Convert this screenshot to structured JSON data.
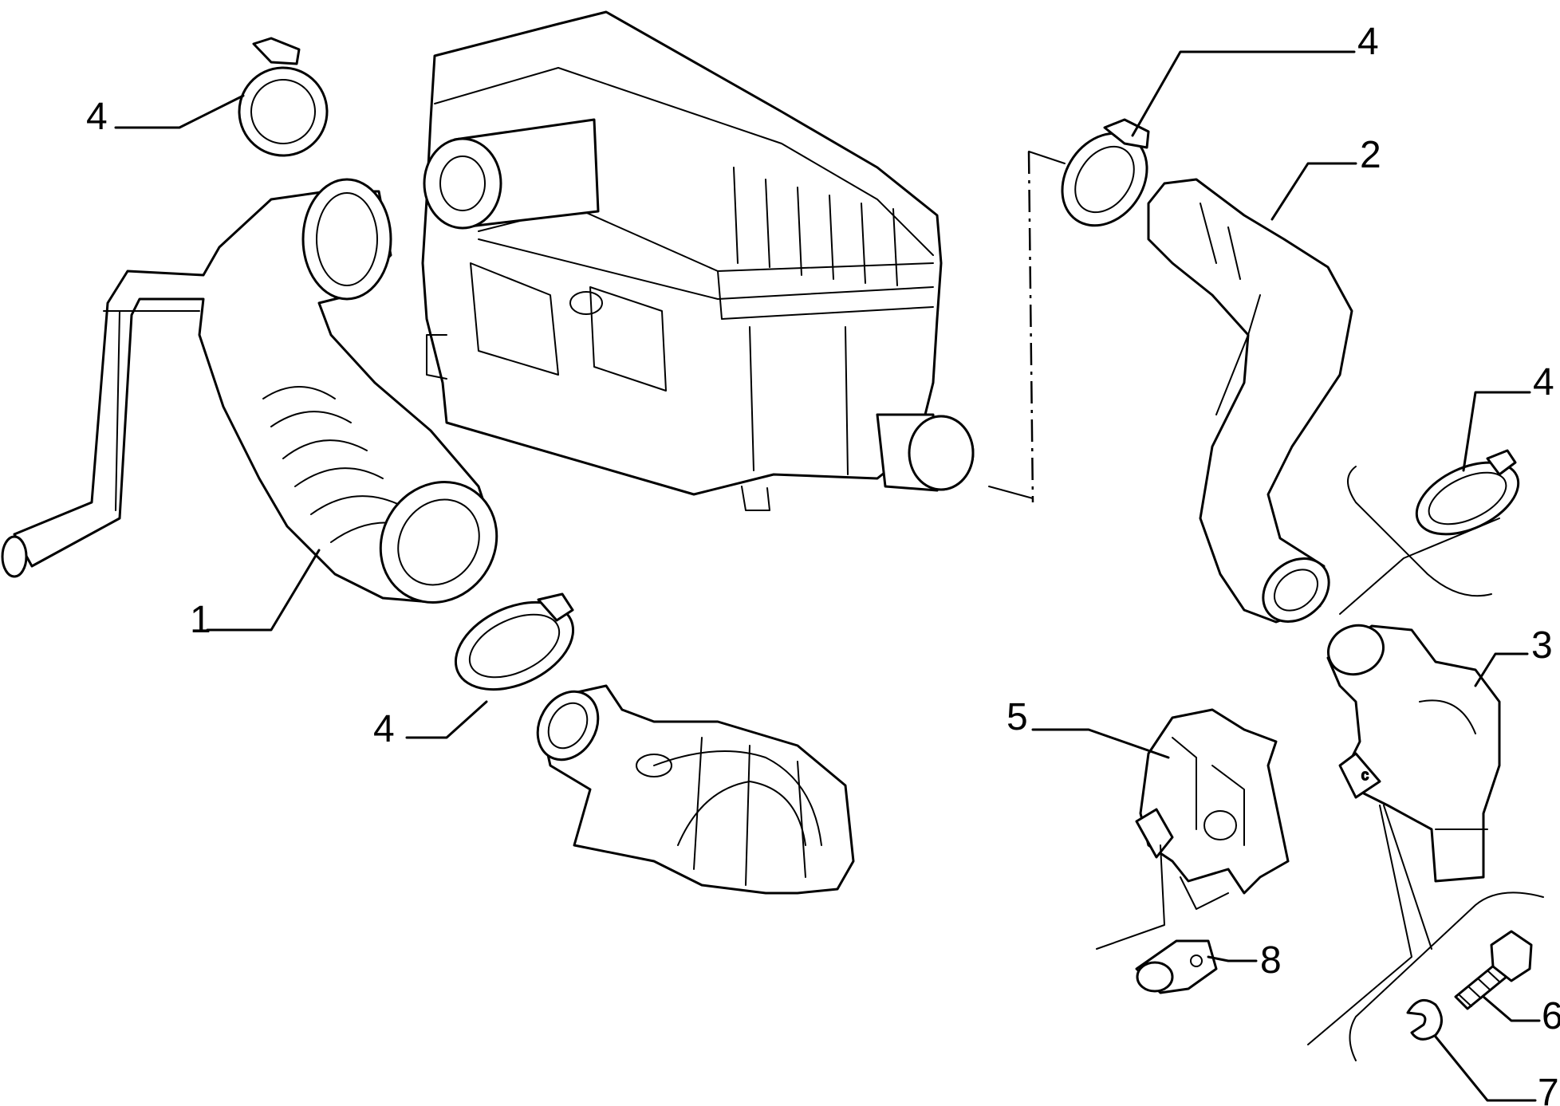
{
  "callouts": [
    {
      "id": "hose-air-intake",
      "label": "1"
    },
    {
      "id": "hose-upper-right",
      "label": "2"
    },
    {
      "id": "elbow-connector",
      "label": "3"
    },
    {
      "id": "clamp-top-left",
      "label": "4"
    },
    {
      "id": "clamp-top-right",
      "label": "4"
    },
    {
      "id": "clamp-right",
      "label": "4"
    },
    {
      "id": "clamp-bottom",
      "label": "4"
    },
    {
      "id": "bracket",
      "label": "5"
    },
    {
      "id": "bolt",
      "label": "6"
    },
    {
      "id": "washer",
      "label": "7"
    },
    {
      "id": "grommet",
      "label": "8"
    }
  ],
  "colors": {
    "line": "#000000",
    "background": "#ffffff"
  }
}
